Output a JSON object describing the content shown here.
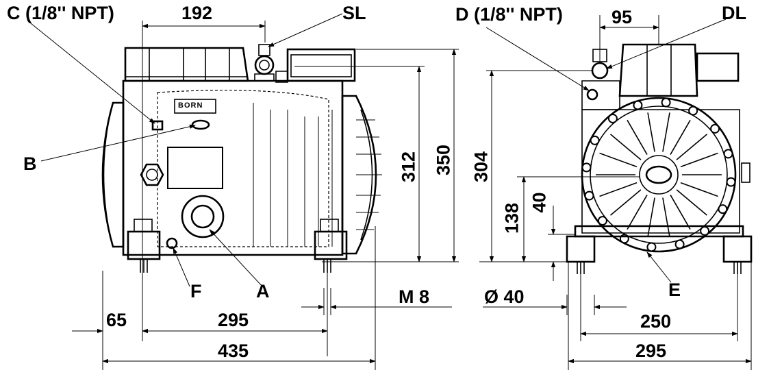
{
  "callouts": {
    "c_port": "C (1/8'' NPT)",
    "d_port": "D (1/8'' NPT)",
    "sl": "SL",
    "dl": "DL",
    "a": "A",
    "b": "B",
    "e": "E",
    "f": "F"
  },
  "dimensions": {
    "top_192": "192",
    "top_95": "95",
    "h_312": "312",
    "h_350": "350",
    "h_304": "304",
    "h_138": "138",
    "h_40": "40",
    "thread_m8": "M  8",
    "dia_40": "Ø  40",
    "w_65": "65",
    "w_295_left": "295",
    "w_435": "435",
    "w_250": "250",
    "w_295_right": "295"
  },
  "nameplate": "BORN"
}
